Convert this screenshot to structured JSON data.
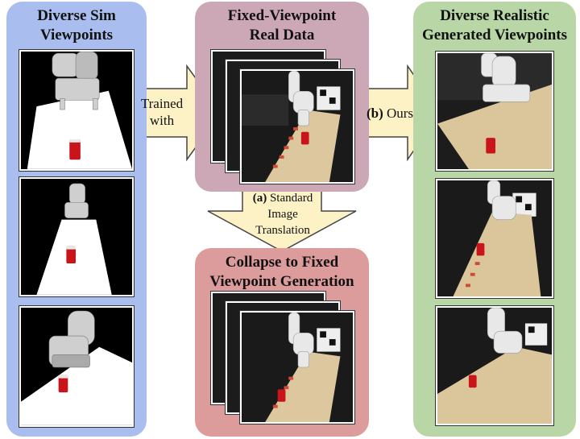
{
  "panels": {
    "sim": {
      "title_line1": "Diverse Sim",
      "title_line2": "Viewpoints",
      "color": "#a9bdee"
    },
    "real": {
      "title_line1": "Fixed-Viewpoint",
      "title_line2": "Real Data",
      "color": "#cca8b7"
    },
    "generated": {
      "title_line1": "Diverse Realistic",
      "title_line2": "Generated Viewpoints",
      "color": "#b9d6a7"
    },
    "collapse": {
      "title_line1": "Collapse to Fixed",
      "title_line2": "Viewpoint Generation",
      "color": "#dc9c9c"
    }
  },
  "arrows": {
    "trained": {
      "line1": "Trained",
      "line2": "with"
    },
    "ours": {
      "tag": "(b)",
      "text": "Ours"
    },
    "standard": {
      "tag": "(a)",
      "line1": "Standard",
      "line2": "Image",
      "line3": "Translation"
    },
    "fill": "#fdf2c6",
    "stroke": "#444444"
  }
}
